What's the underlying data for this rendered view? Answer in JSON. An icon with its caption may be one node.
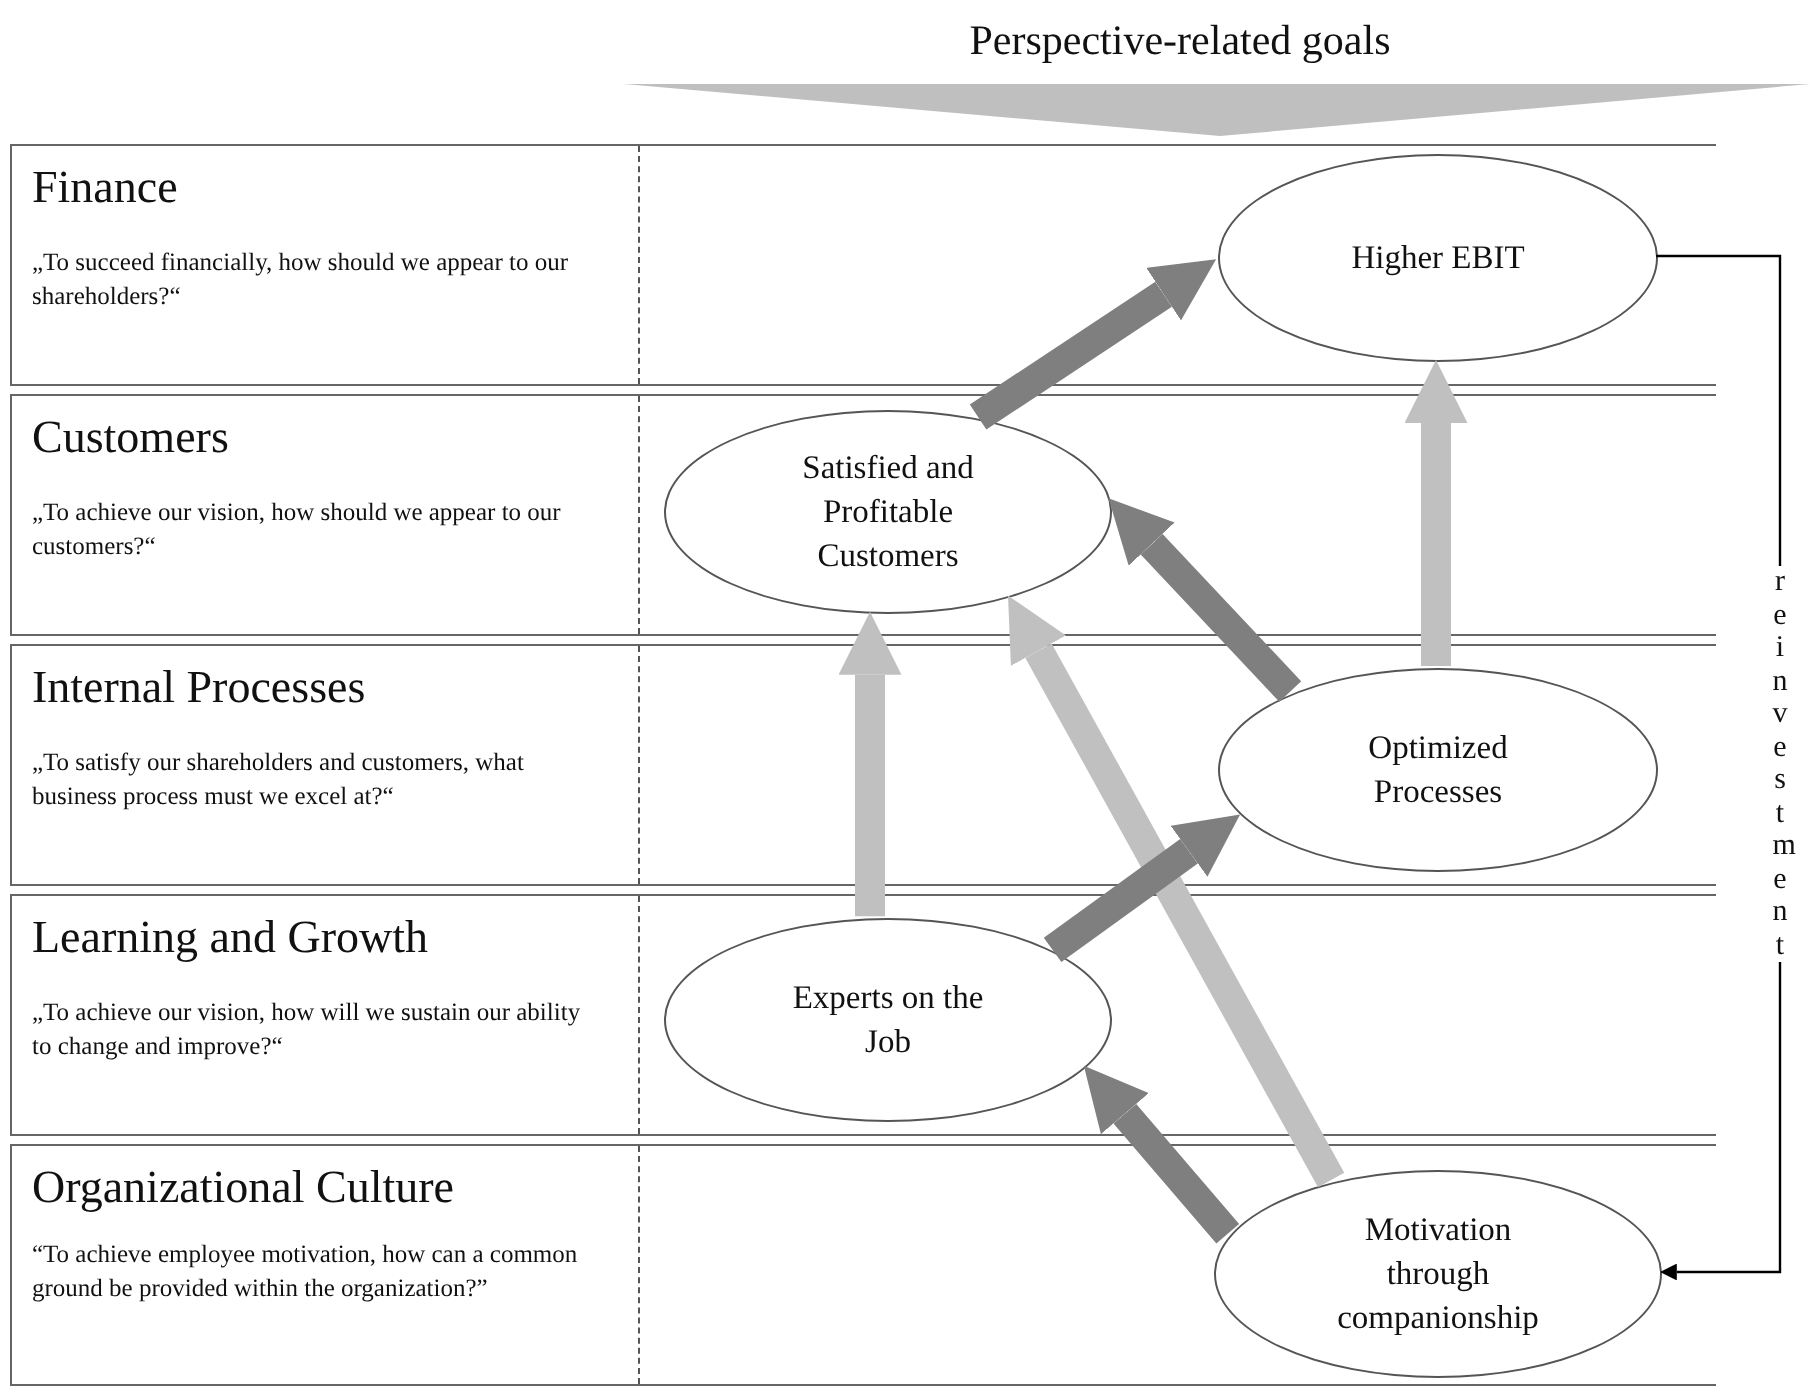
{
  "diagram": {
    "title": "Perspective-related goals",
    "nodes": [
      {
        "text": [
          "Finance",
          "„To succeed financially, how should we appear to our shareholders?“"
        ]
      },
      {
        "text": [
          "Higher EBIT"
        ],
        "in": 0
      },
      {
        "text": [
          "Customers",
          "„To achieve our vision, how should we appear to our customers?“"
        ]
      },
      {
        "text": [
          "Satisfied and Profitable Customers"
        ],
        "in": 2
      },
      {
        "text": [
          "Internal Processes",
          "„To satisfy our shareholders and customers, what business process must we excel at?“"
        ]
      },
      {
        "text": [
          "Optimized Processes"
        ],
        "in": 4
      },
      {
        "text": [
          "Learning and Growth",
          "„To achieve our vision, how will we sustain our ability to change and improve?“"
        ]
      },
      {
        "text": [
          "Experts on the Job"
        ],
        "in": 6
      },
      {
        "text": [
          "Organizational Culture",
          "“To achieve employee motivation, how can a common ground be provided within the organization?”"
        ]
      },
      {
        "text": [
          "Motivation through companionship"
        ],
        "in": 8
      }
    ],
    "edges": [
      {
        "from": 3,
        "to": 1,
        "arrow": "to"
      },
      {
        "from": 5,
        "to": 1,
        "arrow": "to",
        "color": "#c0c0c0"
      },
      {
        "from": 5,
        "to": 3,
        "arrow": "to"
      },
      {
        "from": 7,
        "to": 3,
        "arrow": "to",
        "color": "#c0c0c0"
      },
      {
        "from": 9,
        "to": 3,
        "arrow": "to",
        "color": "#c0c0c0"
      },
      {
        "from": 7,
        "to": 5,
        "arrow": "to"
      },
      {
        "from": 9,
        "to": 7,
        "arrow": "to"
      },
      {
        "from": 1,
        "to": 9,
        "arrow": "to",
        "label": "reinvestment",
        "color": "#000000"
      }
    ]
  }
}
